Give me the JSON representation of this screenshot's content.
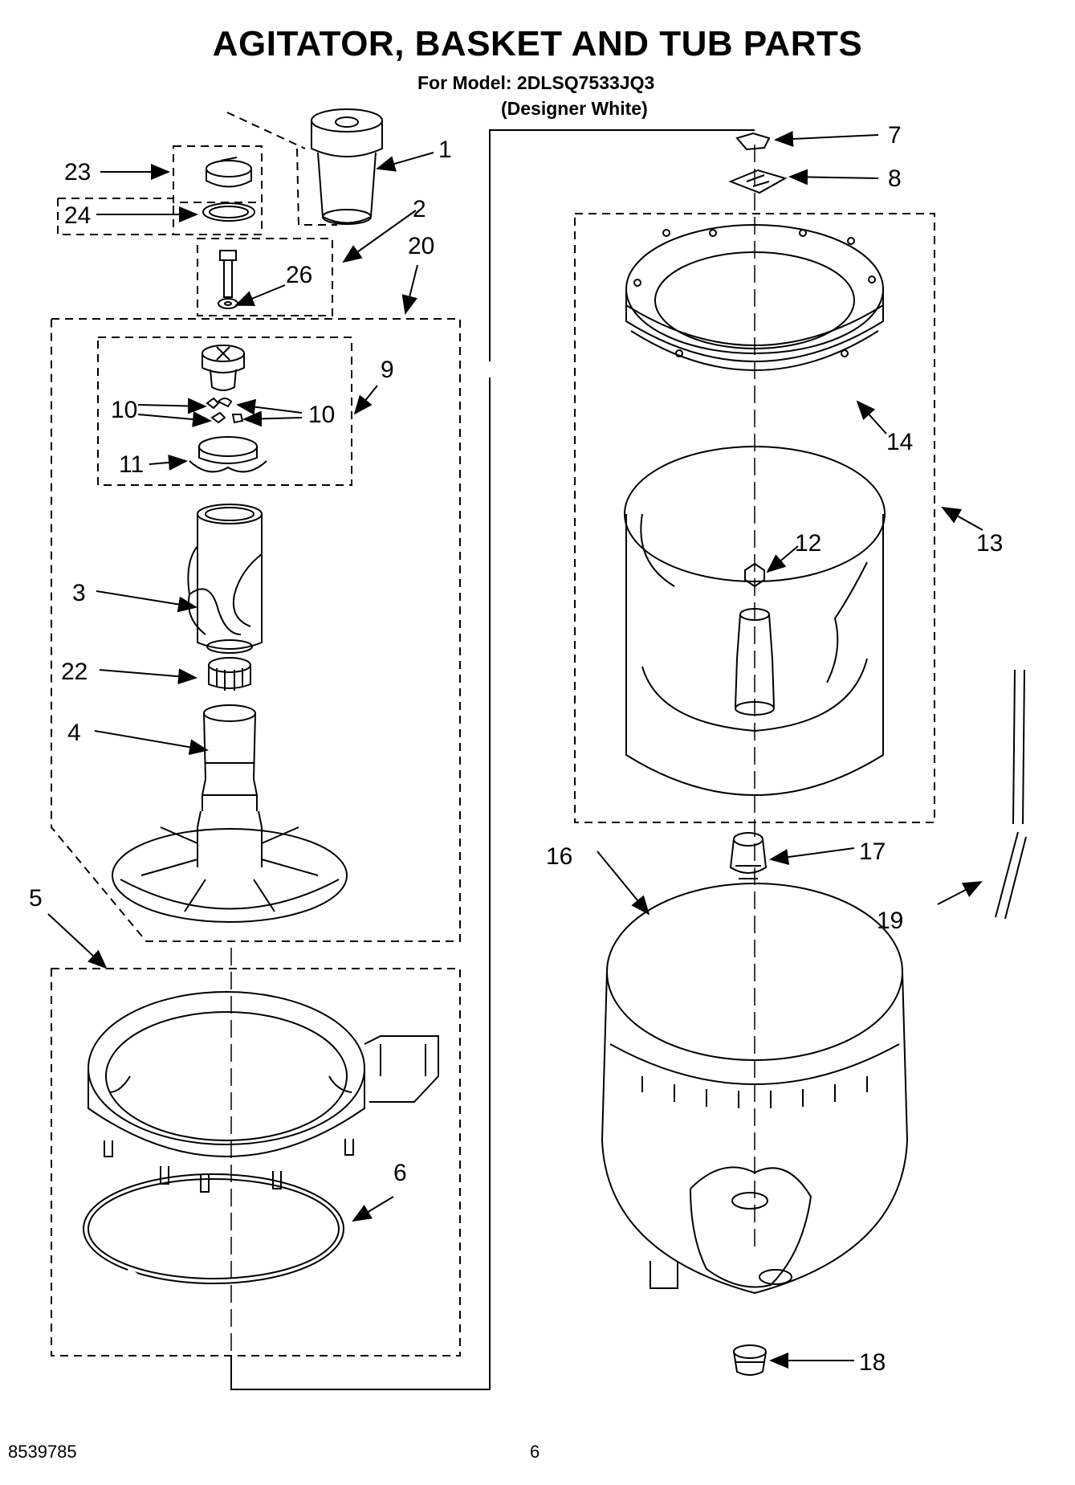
{
  "header": {
    "title": "AGITATOR, BASKET AND TUB PARTS",
    "model_line": "For Model: 2DLSQ7533JQ3",
    "color_line": "(Designer White)"
  },
  "callouts": {
    "c1": "1",
    "c2": "2",
    "c3": "3",
    "c4": "4",
    "c5": "5",
    "c6": "6",
    "c7": "7",
    "c8": "8",
    "c9": "9",
    "c10a": "10",
    "c10b": "10",
    "c11": "11",
    "c12": "12",
    "c13": "13",
    "c14": "14",
    "c16": "16",
    "c17": "17",
    "c18": "18",
    "c19": "19",
    "c20": "20",
    "c22": "22",
    "c23": "23",
    "c24": "24",
    "c26": "26"
  },
  "footer": {
    "doc_number": "8539785",
    "page_number": "6"
  }
}
